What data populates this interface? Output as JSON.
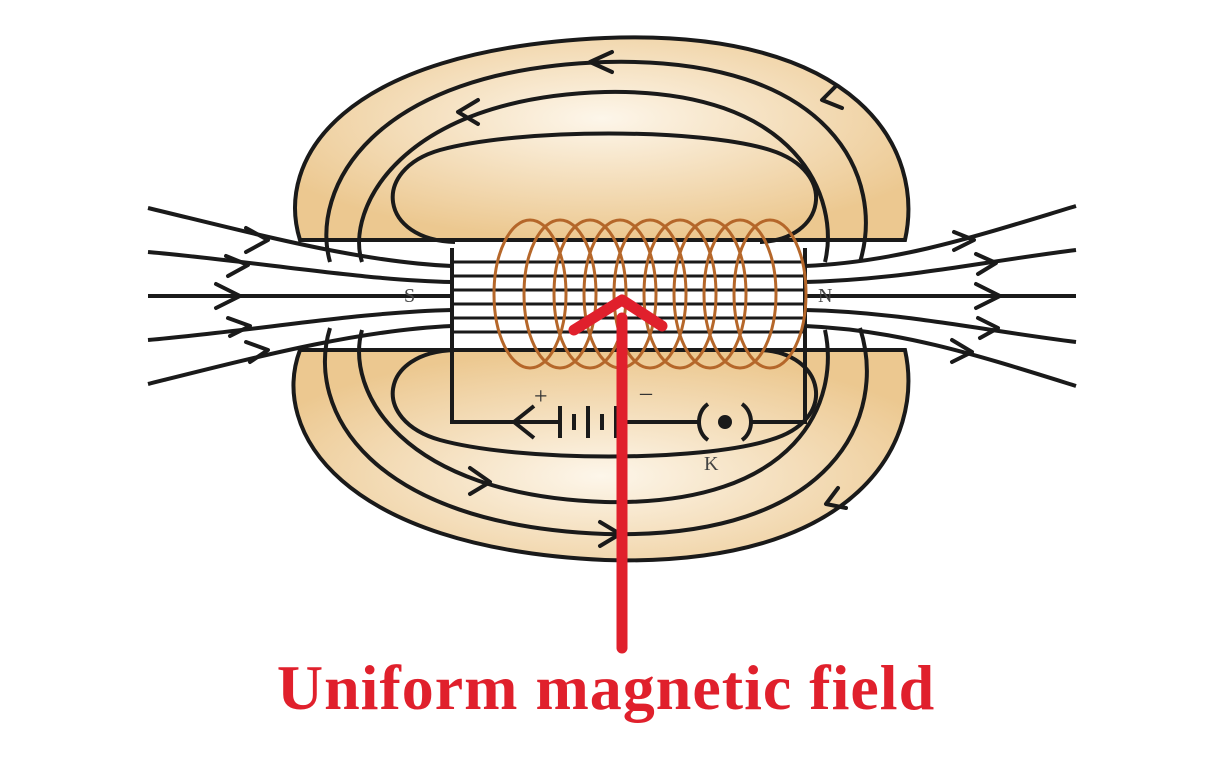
{
  "labels": {
    "south": "S",
    "north": "N",
    "plus": "+",
    "minus": "–",
    "key": "K",
    "caption": "Uniform magnetic field"
  },
  "colors": {
    "field_fill": "#f0d2a0",
    "field_line": "#1a1a1a",
    "coil": "#b5672a",
    "pointer": "#e0202c",
    "caption": "#e0202c"
  },
  "icons": [
    "arrowhead-icon",
    "battery-icon",
    "key-switch-icon"
  ]
}
